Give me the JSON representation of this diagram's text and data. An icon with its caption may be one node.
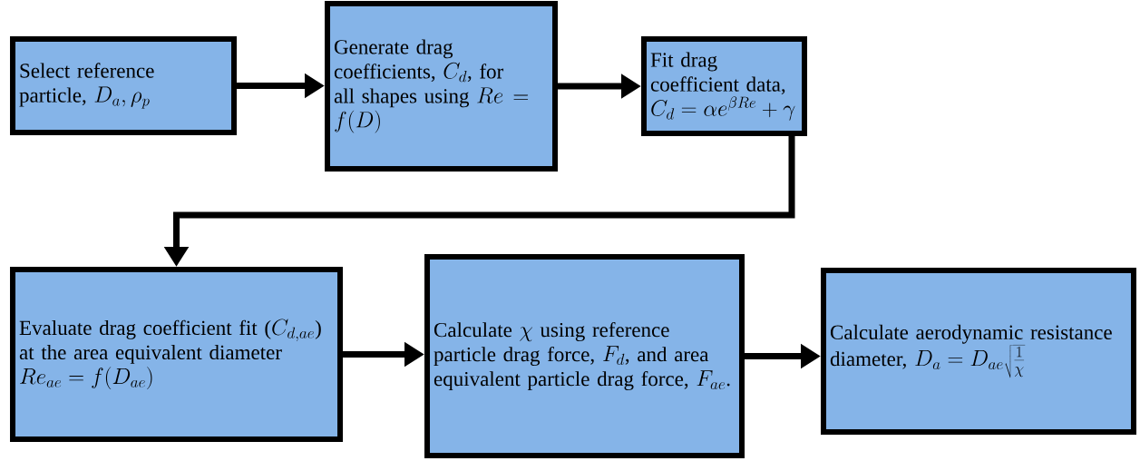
{
  "diagram": {
    "nodes": [
      {
        "text": [
          "Select reference particle,",
          "D_a, \\rho_p"
        ]
      },
      {
        "text": [
          "Generate drag coefficients,",
          "C_d",
          ", for all shapes using",
          "Re = f(D)"
        ]
      },
      {
        "text": [
          "Fit drag coefficient data,",
          "C_d = \\alpha e^{\\beta Re} + \\gamma"
        ]
      },
      {
        "text": [
          "Evaluate drag coefficient fit (",
          "C_{d,ae}",
          ") at the area equivalent diameter",
          "Re_{ae} = f(D_{ae})"
        ]
      },
      {
        "text": [
          "Calculate",
          "\\chi",
          "using reference particle drag force,",
          "F_d",
          ", and area equivalent particle drag force,",
          "F_{ae}",
          "."
        ]
      },
      {
        "text": [
          "Calculate aerodynamic resistance diameter,",
          "D_a = D_{ae}\\sqrt{\\frac{1}{\\chi}}"
        ]
      }
    ],
    "edges": [
      {
        "from": 0,
        "to": 1,
        "arrow": "to"
      },
      {
        "from": 1,
        "to": 2,
        "arrow": "to"
      },
      {
        "from": 2,
        "to": 3,
        "arrow": "to"
      },
      {
        "from": 3,
        "to": 4,
        "arrow": "to"
      },
      {
        "from": 4,
        "to": 5,
        "arrow": "to"
      }
    ]
  }
}
